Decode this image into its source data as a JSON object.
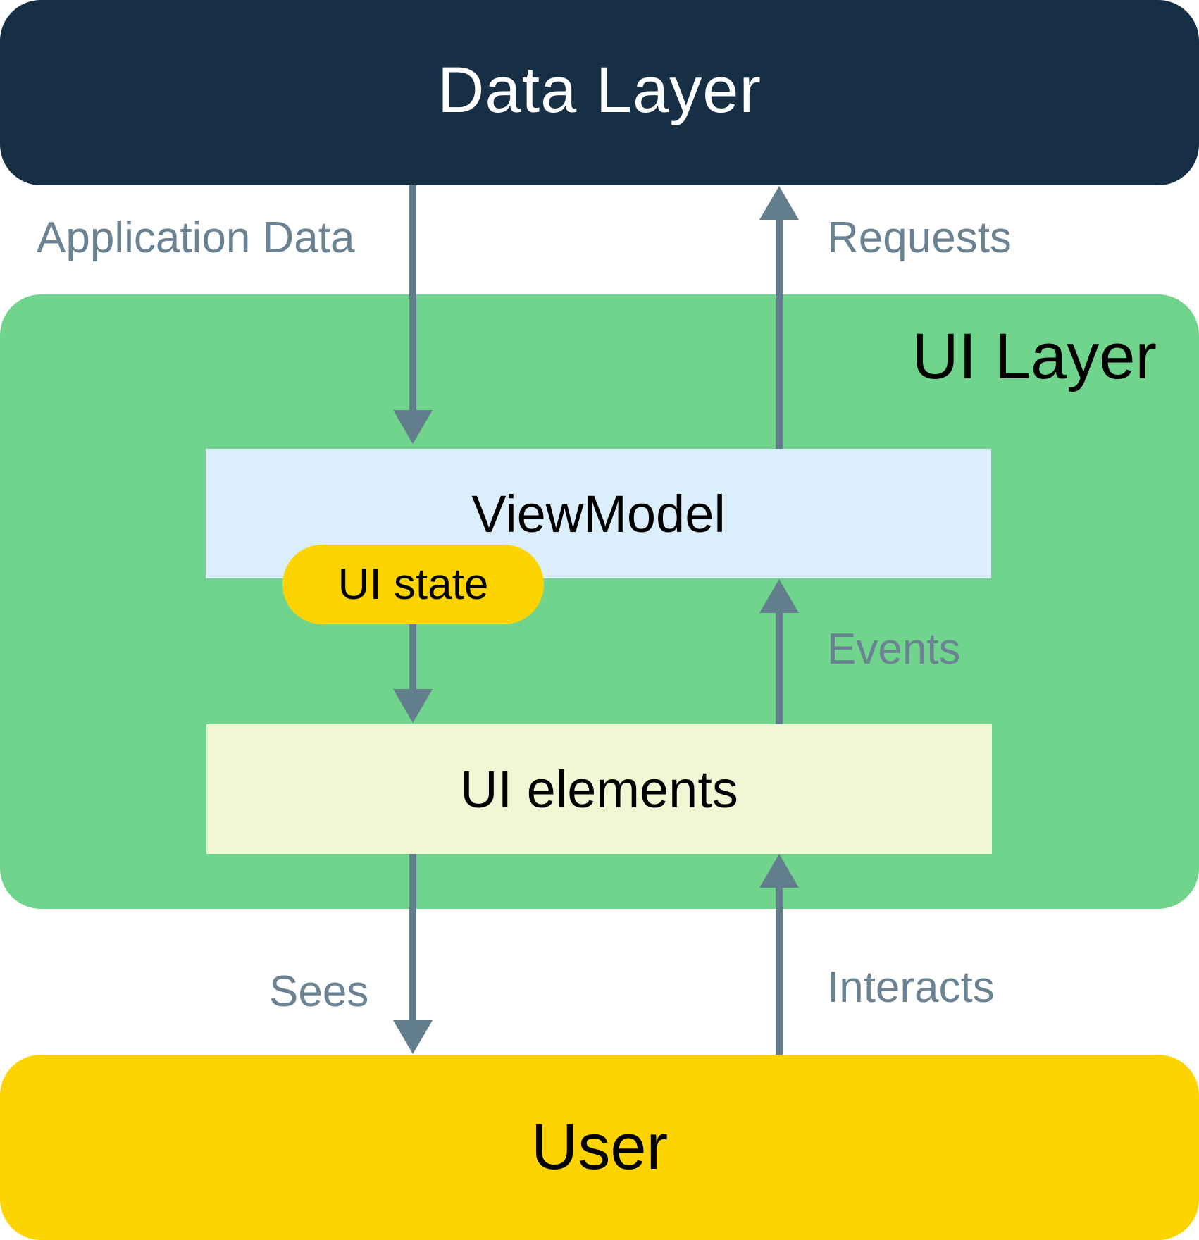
{
  "nodes": {
    "data_layer": "Data Layer",
    "ui_layer": "UI Layer",
    "viewmodel": "ViewModel",
    "ui_state": "UI state",
    "ui_elements": "UI elements",
    "user": "User"
  },
  "edges": {
    "application_data": "Application Data",
    "requests": "Requests",
    "events": "Events",
    "sees": "Sees",
    "interacts": "Interacts"
  },
  "colors": {
    "data_layer": "#172f45",
    "ui_layer": "#71d48c",
    "viewmodel": "#dbeefc",
    "ui_state": "#fdd400",
    "ui_elements": "#f1f6d5",
    "user": "#fdd400",
    "arrow": "#627d8c",
    "edge_text": "#6a8291"
  }
}
